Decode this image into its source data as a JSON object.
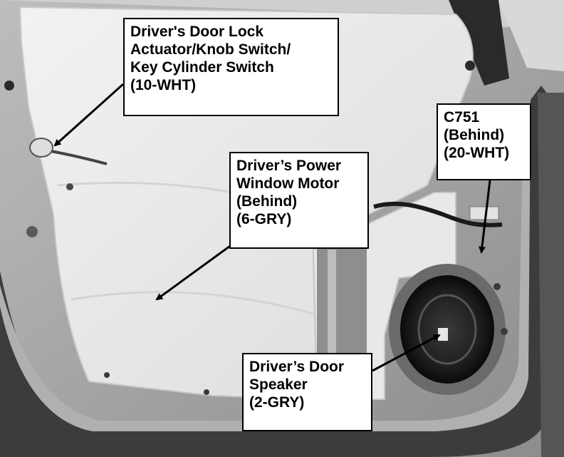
{
  "image": {
    "style": "grayscale photograph of a vehicle driver's door interior panel with the trim removed, showing a white water shield, a speaker, and wiring; black arrows point from callout boxes to components",
    "colors": {
      "background": "#ffffff",
      "callout_border": "#000000",
      "arrow": "#000000",
      "water_shield": "#ececea",
      "door_metal": "#a6a6a6"
    }
  },
  "callouts": {
    "lock_actuator": {
      "lines": [
        "Driver's Door Lock",
        "Actuator/Knob Switch/",
        "Key Cylinder Switch",
        "(10-WHT)"
      ]
    },
    "window_motor": {
      "lines": [
        "Driver’s Power",
        "Window Motor",
        "(Behind)",
        "(6-GRY)"
      ]
    },
    "c751": {
      "lines": [
        "C751",
        "(Behind)",
        "(20-WHT)"
      ]
    },
    "speaker": {
      "lines": [
        "Driver’s Door",
        "Speaker",
        "(2-GRY)"
      ]
    }
  }
}
